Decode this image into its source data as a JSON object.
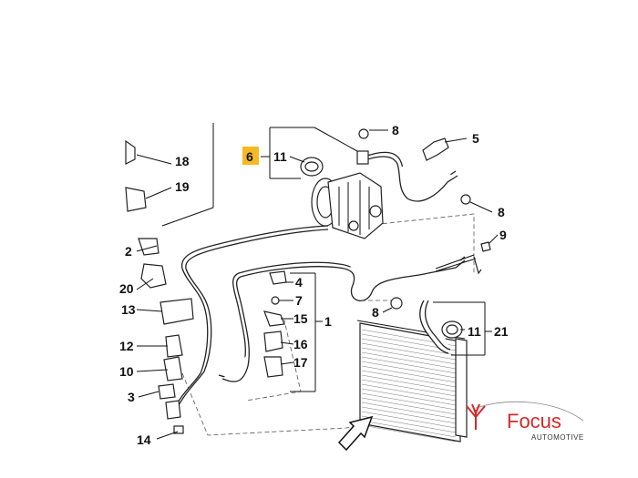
{
  "callouts": {
    "c18": "18",
    "c19": "19",
    "c2": "2",
    "c20": "20",
    "c13": "13",
    "c12": "12",
    "c10": "10",
    "c3": "3",
    "c14": "14",
    "c6": "6",
    "c11a": "11",
    "c8a": "8",
    "c5": "5",
    "c8b": "8",
    "c9": "9",
    "c4": "4",
    "c7": "7",
    "c15": "15",
    "c1": "1",
    "c16": "16",
    "c17": "17",
    "c8c": "8",
    "c11b": "11",
    "c21": "21"
  },
  "highlight_color": "#f5b921",
  "logo": {
    "name": "Focus",
    "tagline": "AUTOMOTIVE",
    "brand_color": "#d42a2a"
  }
}
